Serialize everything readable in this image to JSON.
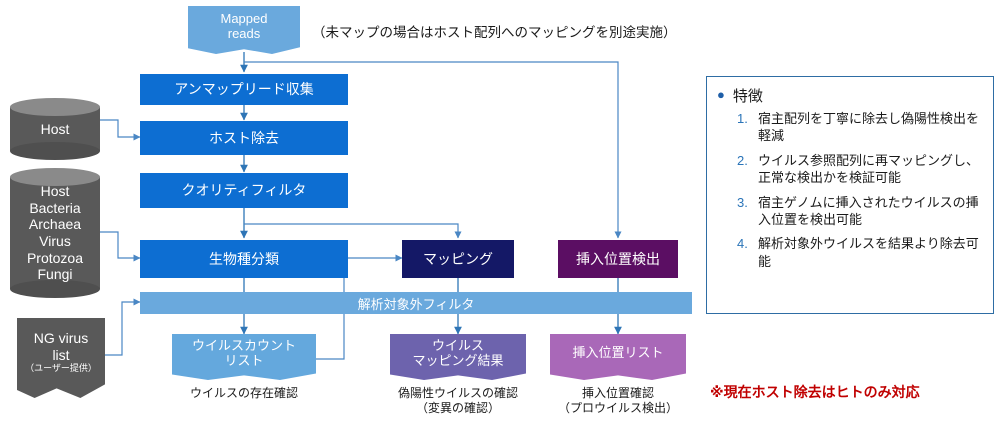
{
  "diagram": {
    "top_note": "（未マップの場合はホスト配列へのマッピングを別途実施）",
    "red_note": "※現在ホスト除去はヒトのみ対応",
    "start": {
      "line1": "Mapped",
      "line2": "reads"
    },
    "steps": [
      {
        "id": "unmapped",
        "label": "アンマップリード収集"
      },
      {
        "id": "host-removal",
        "label": "ホスト除去"
      },
      {
        "id": "quality-filter",
        "label": "クオリティフィルタ"
      },
      {
        "id": "taxonomy",
        "label": "生物種分類"
      }
    ],
    "mapping_box": {
      "label": "マッピング"
    },
    "insertion_box": {
      "label": "挿入位置検出"
    },
    "filter_band": {
      "label": "解析対象外フィルタ"
    },
    "databases": [
      {
        "id": "host",
        "lines": [
          "Host"
        ]
      },
      {
        "id": "reference",
        "lines": [
          "Host",
          "Bacteria",
          "Archaea",
          "Virus",
          "Protozoa",
          "Fungi"
        ]
      }
    ],
    "ng_list": {
      "line1": "NG virus",
      "line2": "list",
      "sub": "（ユーザー提供）"
    },
    "outputs": [
      {
        "id": "virus-count-list",
        "label_lines": [
          "ウイルスカウント",
          "リスト"
        ],
        "caption_lines": [
          "ウイルスの存在確認"
        ],
        "color": "#64a8dd"
      },
      {
        "id": "virus-mapping-result",
        "label_lines": [
          "ウイルス",
          "マッピング結果"
        ],
        "caption_lines": [
          "偽陽性ウイルスの確認",
          "（変異の確認）"
        ],
        "color": "#6d63ad"
      },
      {
        "id": "insertion-position-list",
        "label_lines": [
          "挿入位置リスト"
        ],
        "caption_lines": [
          "挿入位置確認",
          "（プロウイルス検出）"
        ],
        "color": "#a968b8"
      }
    ]
  },
  "features_panel": {
    "heading": "特徴",
    "items": [
      {
        "num": "1.",
        "text": "宿主配列を丁寧に除去し偽陽性検出を軽減"
      },
      {
        "num": "2.",
        "text": "ウイルス参照配列に再マッピングし、正常な検出かを検証可能"
      },
      {
        "num": "3.",
        "text": "宿主ゲノムに挿入されたウイルスの挿入位置を検出可能"
      },
      {
        "num": "4.",
        "text": "解析対象外ウイルスを結果より除去可能"
      }
    ]
  },
  "colors": {
    "process_blue": "#0d6ed2",
    "navy": "#141866",
    "deep_purple": "#5b0e63",
    "light_blue": "#6aa9dd",
    "slate_purple": "#6d63ad",
    "orchid": "#a968b8",
    "grey_db": "#595959",
    "connector": "#4a87c4",
    "red": "#c00000"
  }
}
